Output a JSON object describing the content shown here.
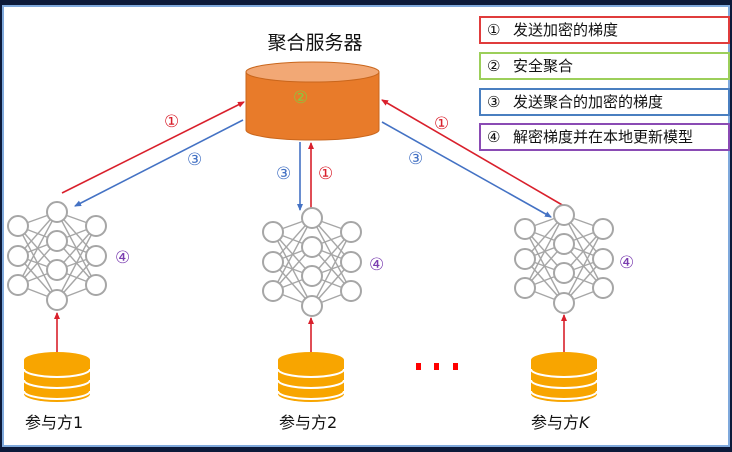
{
  "server": {
    "title": "聚合服务器",
    "step_label": "②"
  },
  "legend": [
    {
      "num": "①",
      "text": "发送加密的梯度",
      "color": "#e03c3c"
    },
    {
      "num": "②",
      "text": "安全聚合",
      "color": "#9ccf5a"
    },
    {
      "num": "③",
      "text": "发送聚合的加密的梯度",
      "color": "#4a7fc0"
    },
    {
      "num": "④",
      "text": "解密梯度并在本地更新模型",
      "color": "#8a4bb4"
    }
  ],
  "participants": [
    {
      "label": "参与方",
      "suffix": "1",
      "suffix_italic": false
    },
    {
      "label": "参与方",
      "suffix": "2",
      "suffix_italic": false
    },
    {
      "label": "参与方",
      "suffix": "K",
      "suffix_italic": true
    }
  ],
  "arrows": {
    "send_label": "①",
    "return_label": "③",
    "update_label": "④"
  },
  "colors": {
    "server": "#e87b2a",
    "server_top": "#f2a875",
    "database": "#f8a500",
    "send_arrow": "#d9202c",
    "return_arrow": "#4472c4",
    "update": "#7a3cb0",
    "aggregate": "#8cc63f",
    "network": "#a6a6a6",
    "ellipsis": "#ff0000"
  },
  "ellipsis": "..."
}
